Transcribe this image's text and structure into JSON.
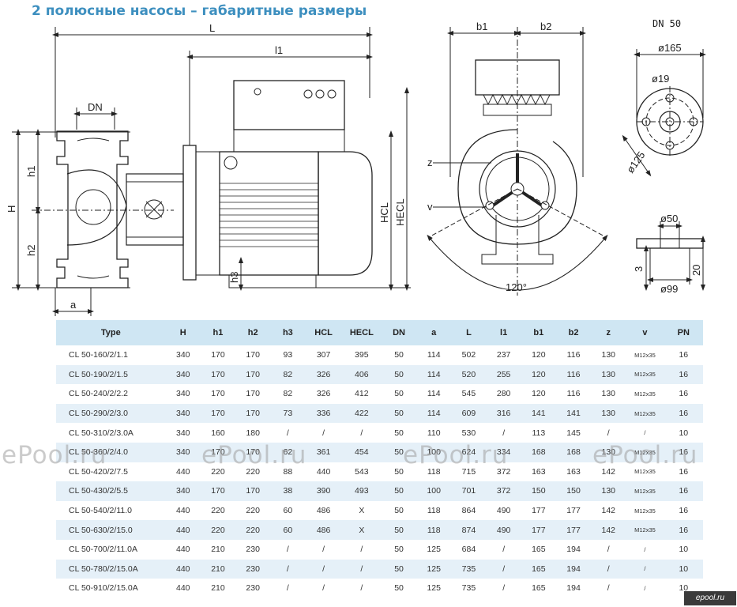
{
  "title": "2 полюсные насосы – габаритные размеры",
  "drawing_labels": {
    "L": "L",
    "l1": "l1",
    "DN": "DN",
    "h1": "h1",
    "H": "H",
    "h2": "h2",
    "h3": "h3",
    "a": "a",
    "HCL": "HCL",
    "HECL": "HECL",
    "b1": "b1",
    "b2": "b2",
    "z": "z",
    "v": "v",
    "angle": "120°",
    "flange_title": "DN 50",
    "d165": "ø165",
    "d19": "ø19",
    "d125": "ø125",
    "d50": "ø50",
    "d99": "ø99",
    "t3": "3",
    "t20": "20"
  },
  "table": {
    "headers": [
      "Type",
      "H",
      "h1",
      "h2",
      "h3",
      "HCL",
      "HECL",
      "DN",
      "a",
      "L",
      "l1",
      "b1",
      "b2",
      "z",
      "v",
      "PN"
    ],
    "rows": [
      [
        "CL 50-160/2/1.1",
        "340",
        "170",
        "170",
        "93",
        "307",
        "395",
        "50",
        "114",
        "502",
        "237",
        "120",
        "116",
        "130",
        "M12x35",
        "16"
      ],
      [
        "CL 50-190/2/1.5",
        "340",
        "170",
        "170",
        "82",
        "326",
        "406",
        "50",
        "114",
        "520",
        "255",
        "120",
        "116",
        "130",
        "M12x35",
        "16"
      ],
      [
        "CL 50-240/2/2.2",
        "340",
        "170",
        "170",
        "82",
        "326",
        "412",
        "50",
        "114",
        "545",
        "280",
        "120",
        "116",
        "130",
        "M12x35",
        "16"
      ],
      [
        "CL 50-290/2/3.0",
        "340",
        "170",
        "170",
        "73",
        "336",
        "422",
        "50",
        "114",
        "609",
        "316",
        "141",
        "141",
        "130",
        "M12x35",
        "16"
      ],
      [
        "CL 50-310/2/3.0A",
        "340",
        "160",
        "180",
        "/",
        "/",
        "/",
        "50",
        "110",
        "530",
        "/",
        "113",
        "145",
        "/",
        "/",
        "10"
      ],
      [
        "CL 50-360/2/4.0",
        "340",
        "170",
        "170",
        "62",
        "361",
        "454",
        "50",
        "100",
        "624",
        "334",
        "168",
        "168",
        "130",
        "M12x35",
        "16"
      ],
      [
        "CL 50-420/2/7.5",
        "440",
        "220",
        "220",
        "88",
        "440",
        "543",
        "50",
        "118",
        "715",
        "372",
        "163",
        "163",
        "142",
        "M12x35",
        "16"
      ],
      [
        "CL 50-430/2/5.5",
        "340",
        "170",
        "170",
        "38",
        "390",
        "493",
        "50",
        "100",
        "701",
        "372",
        "150",
        "150",
        "130",
        "M12x35",
        "16"
      ],
      [
        "CL 50-540/2/11.0",
        "440",
        "220",
        "220",
        "60",
        "486",
        "X",
        "50",
        "118",
        "864",
        "490",
        "177",
        "177",
        "142",
        "M12x35",
        "16"
      ],
      [
        "CL 50-630/2/15.0",
        "440",
        "220",
        "220",
        "60",
        "486",
        "X",
        "50",
        "118",
        "874",
        "490",
        "177",
        "177",
        "142",
        "M12x35",
        "16"
      ],
      [
        "CL 50-700/2/11.0A",
        "440",
        "210",
        "230",
        "/",
        "/",
        "/",
        "50",
        "125",
        "684",
        "/",
        "165",
        "194",
        "/",
        "/",
        "10"
      ],
      [
        "CL 50-780/2/15.0A",
        "440",
        "210",
        "230",
        "/",
        "/",
        "/",
        "50",
        "125",
        "735",
        "/",
        "165",
        "194",
        "/",
        "/",
        "10"
      ],
      [
        "CL 50-910/2/15.0A",
        "440",
        "210",
        "230",
        "/",
        "/",
        "/",
        "50",
        "125",
        "735",
        "/",
        "165",
        "194",
        "/",
        "/",
        "10"
      ]
    ]
  },
  "watermark": "ePool.ru",
  "corner_badge": "epool.ru"
}
